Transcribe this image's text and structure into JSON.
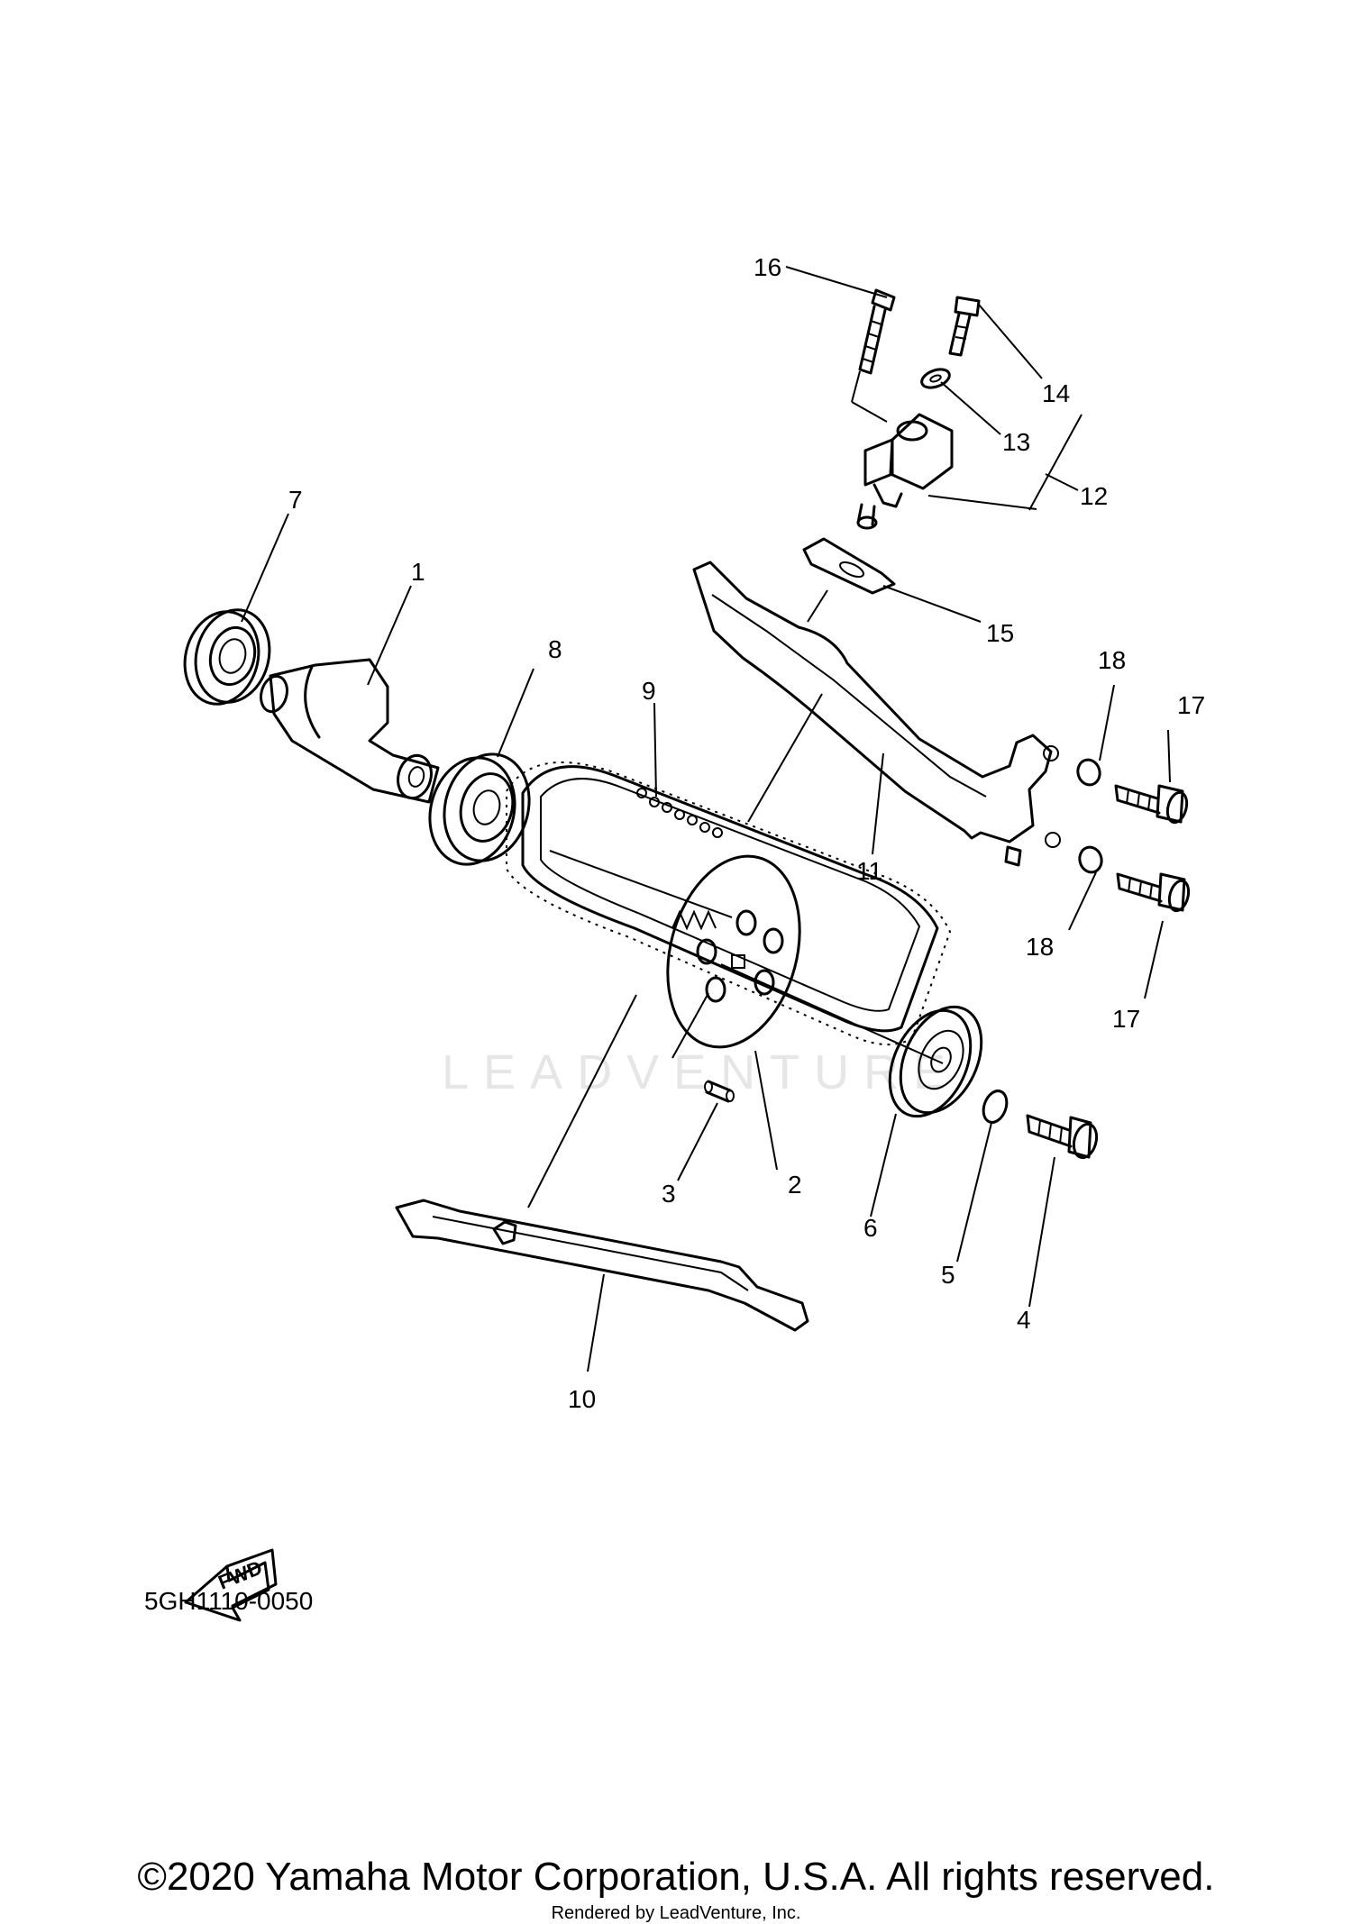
{
  "callouts": {
    "c1": "1",
    "c2": "2",
    "c3": "3",
    "c4": "4",
    "c5": "5",
    "c6": "6",
    "c7": "7",
    "c8": "8",
    "c9": "9",
    "c10": "10",
    "c11": "11",
    "c12": "12",
    "c13": "13",
    "c14": "14",
    "c15": "15",
    "c16": "16",
    "c17a": "17",
    "c17b": "17",
    "c18a": "18",
    "c18b": "18"
  },
  "fwd_label": "FWD",
  "diagram_code": "5GH1110-0050",
  "watermark": "LEADVENTURE",
  "copyright": "©2020 Yamaha Motor Corporation, U.S.A. All rights reserved.",
  "rendered_by": "Rendered by LeadVenture, Inc."
}
